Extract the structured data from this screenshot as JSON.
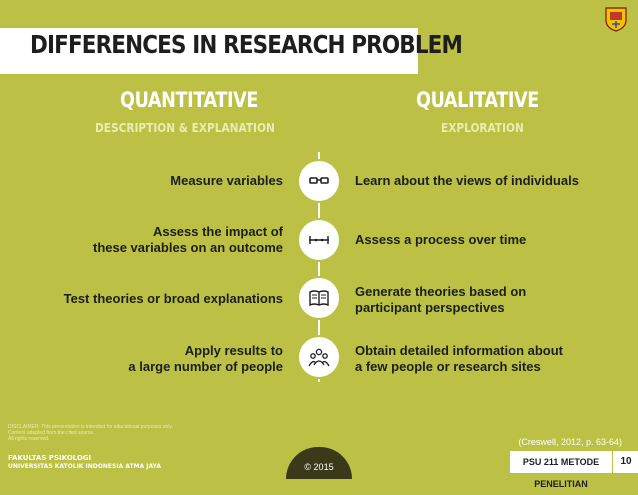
{
  "slide": {
    "title": "DIFFERENCES IN RESEARCH PROBLEM",
    "left_column": {
      "heading": "QUANTITATIVE",
      "subheading": "DESCRIPTION & EXPLANATION"
    },
    "right_column": {
      "heading": "QUALITATIVE",
      "subheading": "EXPLORATION"
    },
    "rows": [
      {
        "left": [
          "Measure variables"
        ],
        "right": [
          "Learn about the views of individuals"
        ],
        "icon": "glasses-icon"
      },
      {
        "left": [
          "Assess the impact of",
          "these variables on an outcome"
        ],
        "right": [
          "Assess a process over time"
        ],
        "icon": "timeline-icon"
      },
      {
        "left": [
          "Test theories or broad explanations"
        ],
        "right": [
          "Generate theories based on",
          "participant perspectives"
        ],
        "icon": "book-icon"
      },
      {
        "left": [
          "Apply results to",
          "a large number of people"
        ],
        "right": [
          "Obtain detailed information about",
          "a few people or research sites"
        ],
        "icon": "people-icon"
      }
    ],
    "footer": {
      "disclaimer_line1": "DISCLAIMER: This presentation is intended for educational purposes only.",
      "disclaimer_line2": "Content adapted from the cited source.",
      "disclaimer_line3": "All rights reserved.",
      "faculty": "FAKULTAS PSIKOLOGI",
      "university": "UNIVERSITAS KATOLIK INDONESIA ATMA JAYA",
      "copyright": "© 2015",
      "citation": "(Creswell, 2012, p. 63-64)",
      "course": "PSU 211 METODE PENELITIAN",
      "page": "10"
    }
  },
  "colors": {
    "background": "#bcc044",
    "accent_text": "#ebecb0",
    "dark": "#1e1e1e",
    "white": "#ffffff"
  }
}
